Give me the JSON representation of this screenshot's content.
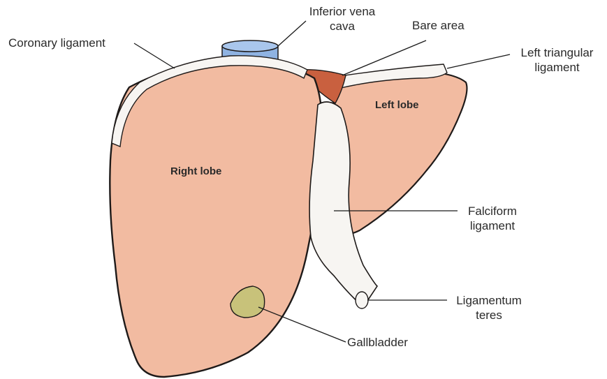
{
  "figure": {
    "labels": {
      "inferior_vena_cava": [
        "Inferior vena",
        "cava"
      ],
      "coronary_ligament": "Coronary ligament",
      "bare_area": "Bare area",
      "left_triangular_ligament": [
        "Left triangular",
        "ligament"
      ],
      "left_lobe": "Left lobe",
      "right_lobe": "Right lobe",
      "falciform_ligament": [
        "Falciform",
        "ligament"
      ],
      "ligamentum_teres": [
        "Ligamentum",
        "teres"
      ],
      "gallbladder": "Gallbladder"
    },
    "colors": {
      "liver": "#f2bba1",
      "liver_outline": "#1e1a19",
      "vena_cava": "#8fb3e2",
      "bare_area": "#c9603f",
      "ligament": "#f7f5f2",
      "gallbladder": "#c8c27a",
      "leader_line": "#1a1a1a"
    }
  }
}
